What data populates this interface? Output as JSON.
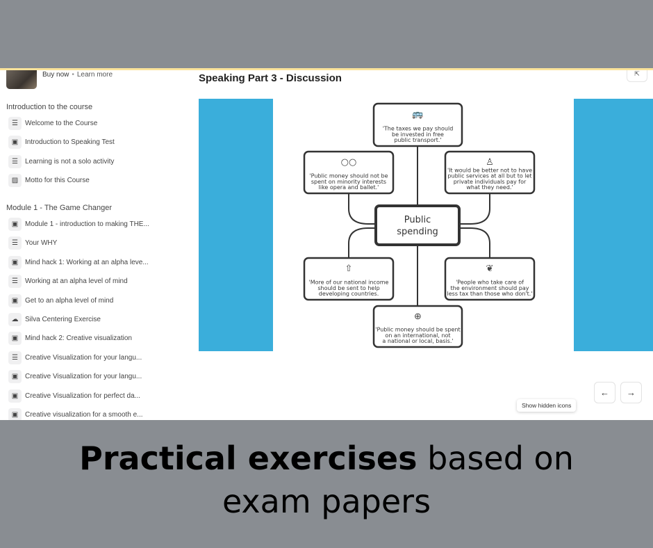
{
  "sidebar": {
    "buy_now": "Buy now",
    "learn_more": "Learn more",
    "sep": "•",
    "sections": [
      {
        "title": "Introduction to the course",
        "items": [
          {
            "label": "Welcome to the Course",
            "icon": "text-icon"
          },
          {
            "label": "Introduction to Speaking Test",
            "icon": "video-icon"
          },
          {
            "label": "Learning is not a solo activity",
            "icon": "text-icon"
          },
          {
            "label": "Motto for this Course",
            "icon": "image-icon"
          }
        ]
      },
      {
        "title": "Module 1 - The Game Changer",
        "items": [
          {
            "label": "Module 1 - introduction to making THE...",
            "icon": "video-icon"
          },
          {
            "label": "Your WHY",
            "icon": "text-icon"
          },
          {
            "label": "Mind hack 1: Working at an alpha leve...",
            "icon": "video-icon"
          },
          {
            "label": "Working at an alpha level of mind",
            "icon": "text-icon"
          },
          {
            "label": "Get to an alpha level of mind",
            "icon": "video-icon"
          },
          {
            "label": "Silva Centering Exercise",
            "icon": "audio-icon"
          },
          {
            "label": "Mind hack 2: Creative visualization",
            "icon": "video-icon"
          },
          {
            "label": "Creative Visualization for your langu...",
            "icon": "text-icon"
          },
          {
            "label": "Creative Visualization for your langu...",
            "icon": "video-icon"
          },
          {
            "label": "Creative Visualization for perfect da...",
            "icon": "video-icon"
          },
          {
            "label": "Creative visualization for a smooth e...",
            "icon": "video-icon"
          }
        ]
      }
    ]
  },
  "main": {
    "title": "Speaking Part 3 - Discussion",
    "expand_icon": "collapse-icon"
  },
  "diagram": {
    "center": [
      "Public",
      "spending"
    ],
    "top": [
      "'The taxes we pay should",
      "be invested in free",
      "public transport.'"
    ],
    "left_top": [
      "'Public money should not be",
      "spent on minority interests",
      "like opera and ballet.'"
    ],
    "right_top": [
      "'It would be better not to have",
      "public services at all but to let",
      "private individuals pay for",
      "what they need.'"
    ],
    "left_bottom": [
      "'More of our national income",
      "should be sent to help",
      "developing countries."
    ],
    "right_bottom": [
      "'People who take care of",
      "the environment should pay",
      "less tax than those who don't.'"
    ],
    "bottom": [
      "'Public money should be spent",
      "on an international, not",
      "a national or local, basis.'"
    ]
  },
  "nav": {
    "prev": "←",
    "next": "→"
  },
  "tooltip": "Show hidden icons",
  "caption": {
    "bold": "Practical exercises",
    "rest": " based on",
    "line2": "exam papers"
  },
  "colors": {
    "accent_blue": "#3aaedb",
    "background": "#898d92"
  }
}
